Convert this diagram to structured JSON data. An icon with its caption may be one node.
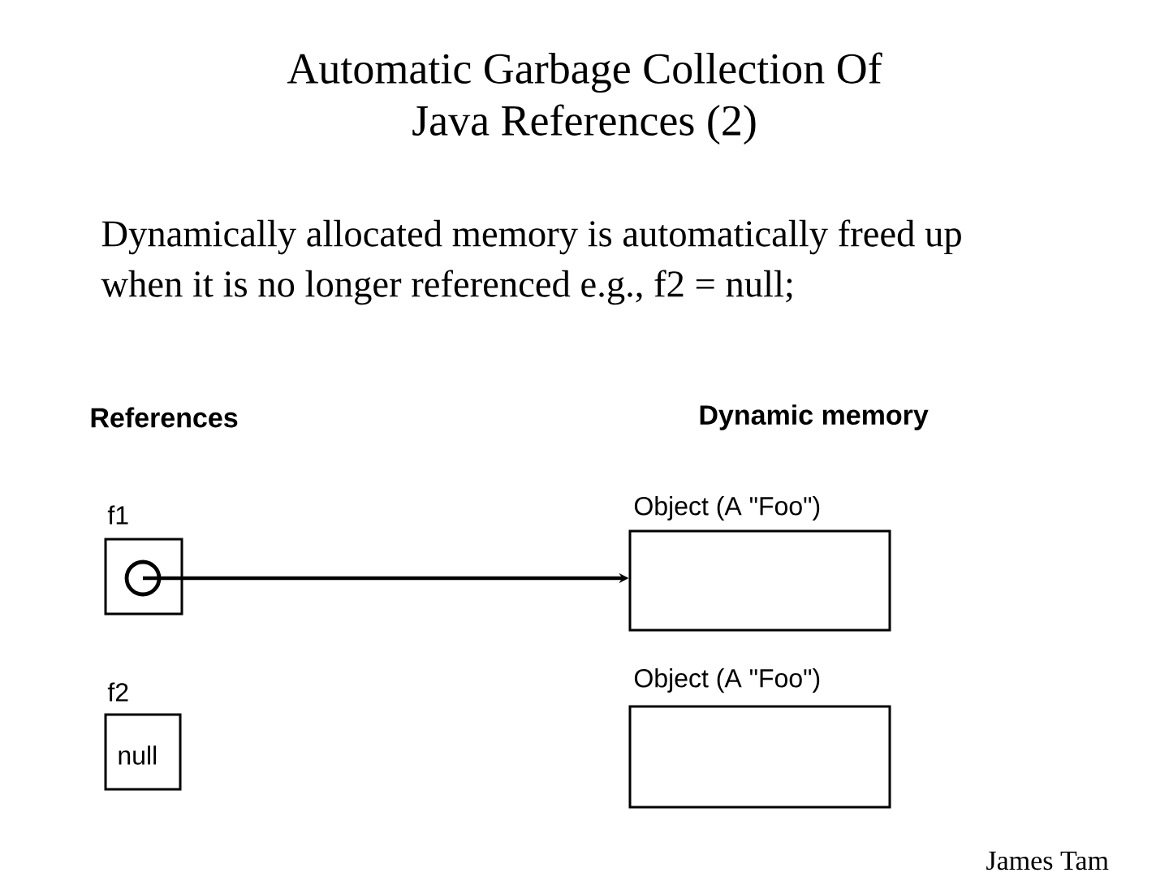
{
  "diagram": {
    "title": "Automatic Garbage Collection Of Java References (2)",
    "nodes": [
      {
        "text": [
          "f1"
        ]
      },
      {
        "text": [],
        "shape": "circle",
        "in": 0
      },
      {
        "text": [
          "Object (A \"Foo\")"
        ]
      },
      {
        "text": [
          "f2",
          "null"
        ]
      },
      {
        "text": [
          "Object (A \"Foo\")"
        ]
      }
    ],
    "edges": [
      {
        "from": 1,
        "to": 2,
        "arrow": "to"
      }
    ],
    "labels": [
      "Dynamically allocated memory is automatically freed up when it is no longer referenced e.g., f2 = null;",
      "References",
      "Dynamic memory",
      "James Tam"
    ]
  }
}
